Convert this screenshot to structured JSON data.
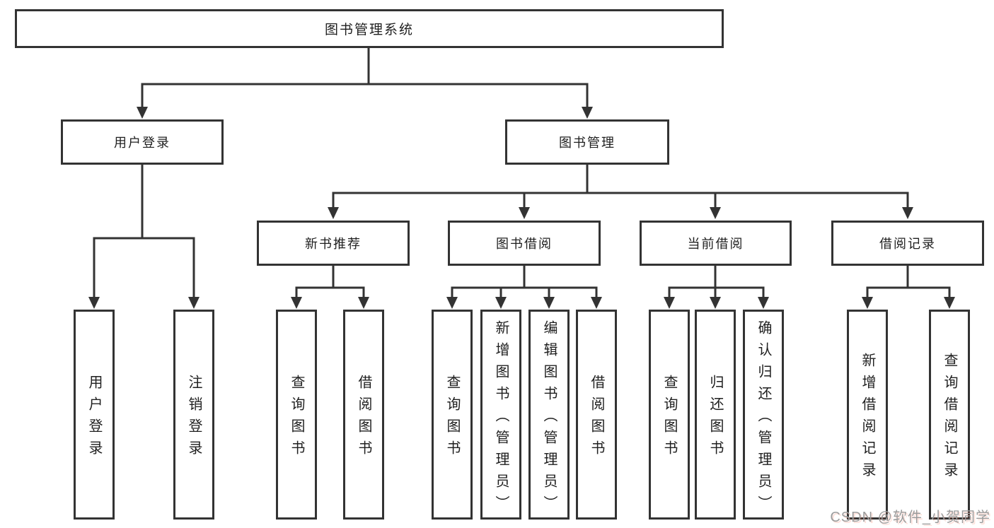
{
  "diagram": {
    "title": "图书管理系统",
    "level2": [
      {
        "label": "用户登录",
        "leaves": [
          "用户登录",
          "注销登录"
        ]
      },
      {
        "label": "图书管理",
        "groups": [
          {
            "label": "新书推荐",
            "leaves": [
              "查询图书",
              "借阅图书"
            ]
          },
          {
            "label": "图书借阅",
            "leaves": [
              "查询图书",
              "新增图书（管理员）",
              "编辑图书（管理员）",
              "借阅图书"
            ]
          },
          {
            "label": "当前借阅",
            "leaves": [
              "查询图书",
              "归还图书",
              "确认归还（管理员）"
            ]
          },
          {
            "label": "借阅记录",
            "leaves": [
              "新增借阅记录",
              "查询借阅记录"
            ]
          }
        ]
      }
    ]
  },
  "watermark": "CSDN @软件_小贺同学",
  "colors": {
    "line": "#333333",
    "box_border": "#333333",
    "text": "#1f1f1f",
    "background": "#ffffff",
    "watermark_gray": "#9c9c9c",
    "watermark_accent": "#fc5531"
  }
}
